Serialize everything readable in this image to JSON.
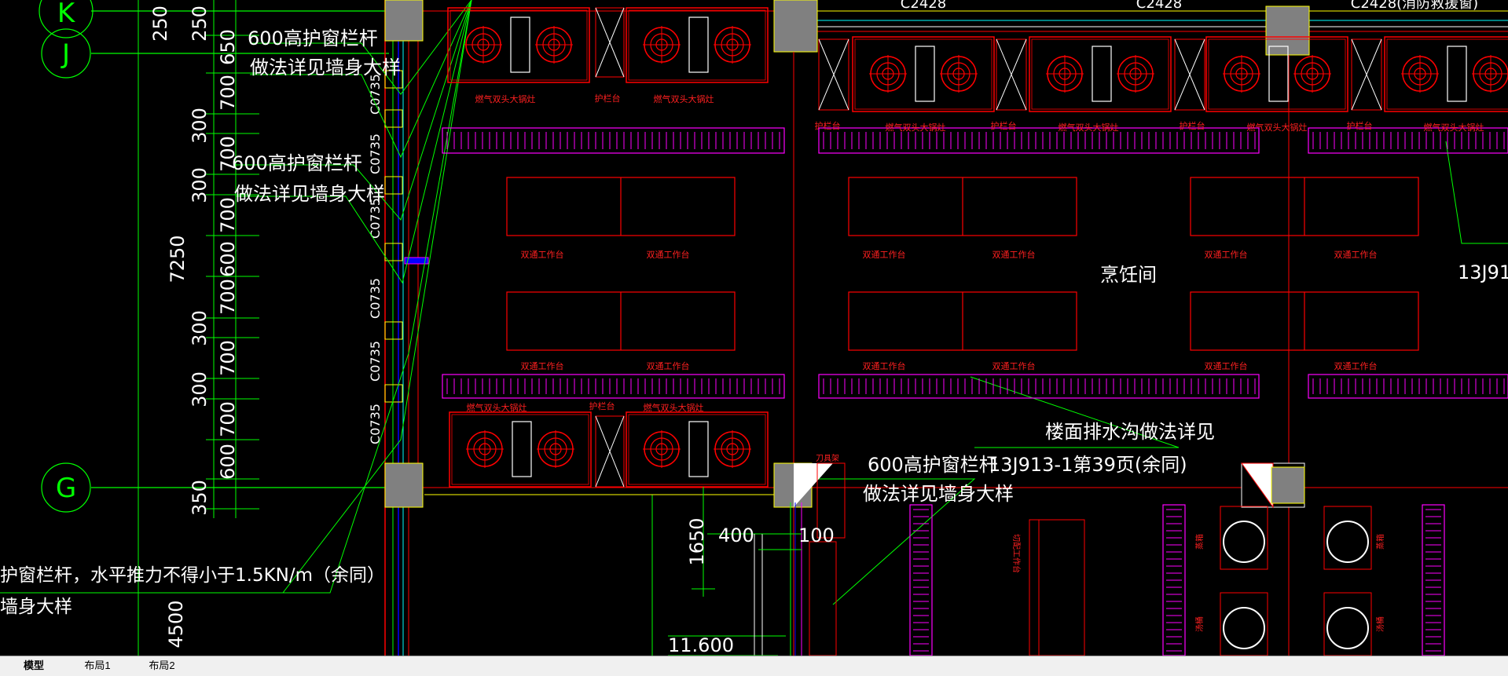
{
  "grid_axes": [
    "K",
    "J",
    "G"
  ],
  "left_dimensions": [
    "250",
    "250",
    "650",
    "700",
    "300",
    "700",
    "300",
    "7250",
    "700",
    "600",
    "700",
    "300",
    "700",
    "300",
    "700",
    "600",
    "350",
    "4500"
  ],
  "window_labels": [
    "C2428",
    "C2428",
    "C2428(消防救援窗)",
    "C0735",
    "C0735",
    "C0735",
    "C0735",
    "C0735",
    "C0735"
  ],
  "annotations": {
    "railing_1_line1": "600高护窗栏杆",
    "railing_1_line2": "做法详见墙身大样",
    "railing_2_line1": "600高护窗栏杆",
    "railing_2_line2": "做法详见墙身大样",
    "railing_3_line1": "600高护窗栏杆",
    "railing_3_line2": "做法详见墙身大样",
    "railing_4_line1": "护窗栏杆，水平推力不得小于1.5KN/m（余同）",
    "railing_4_line2": "墙身大样",
    "drain_line1": "楼面排水沟做法详见",
    "drain_line2": "13J913-1第39页(余同)",
    "room_name": "烹饪间",
    "ref_right": "13J91"
  },
  "equipment_labels": {
    "stove": "燃气双头大锅灶",
    "guard": "护栏台",
    "workbench": "双通工作台",
    "knife_rack": "刀具架",
    "washing_board": "切配工作台",
    "other1": "蒸箱",
    "other2": "汤桶"
  },
  "bottom_dimensions": [
    "1650",
    "400",
    "100",
    "11.600"
  ],
  "tabs": [
    {
      "label": "模型",
      "active": true
    },
    {
      "label": "布局1",
      "active": false
    },
    {
      "label": "布局2",
      "active": false
    }
  ],
  "colors": {
    "background": "#000000",
    "green": "#00ff00",
    "red": "#ff0000",
    "magenta": "#ff00ff",
    "yellow": "#ffff00",
    "white": "#ffffff",
    "gray": "#808080",
    "blue": "#0000ff"
  }
}
